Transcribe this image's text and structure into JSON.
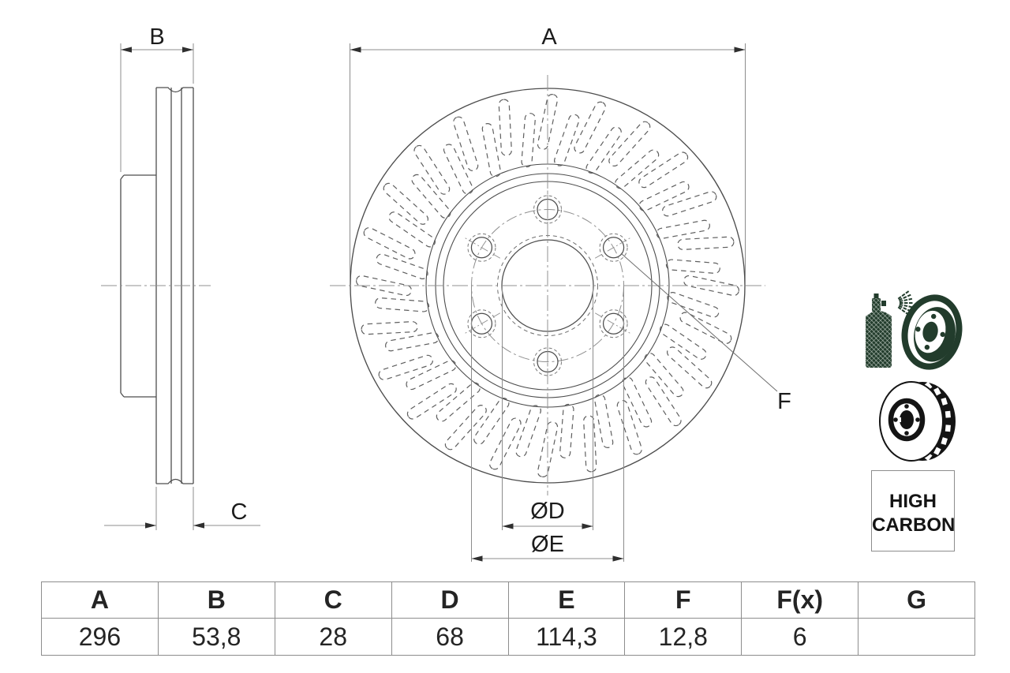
{
  "drawing": {
    "dim_labels": {
      "A": "A",
      "B": "B",
      "C": "C",
      "D": "ØD",
      "E": "ØE",
      "F": "F"
    }
  },
  "badges": {
    "high_carbon_line1": "HIGH",
    "high_carbon_line2": "CARBON"
  },
  "table": {
    "headers": [
      "A",
      "B",
      "C",
      "D",
      "E",
      "F",
      "F(x)",
      "G"
    ],
    "values": [
      "296",
      "53,8",
      "28",
      "68",
      "114,3",
      "12,8",
      "6",
      ""
    ]
  },
  "colors": {
    "line": "#4d4d4d",
    "slot": "#5f5f5f",
    "center": "#909090",
    "dim": "#8c8c8c",
    "arrow": "#2f2f2f",
    "accent_green": "#223c2c",
    "icon_black": "#141414"
  }
}
